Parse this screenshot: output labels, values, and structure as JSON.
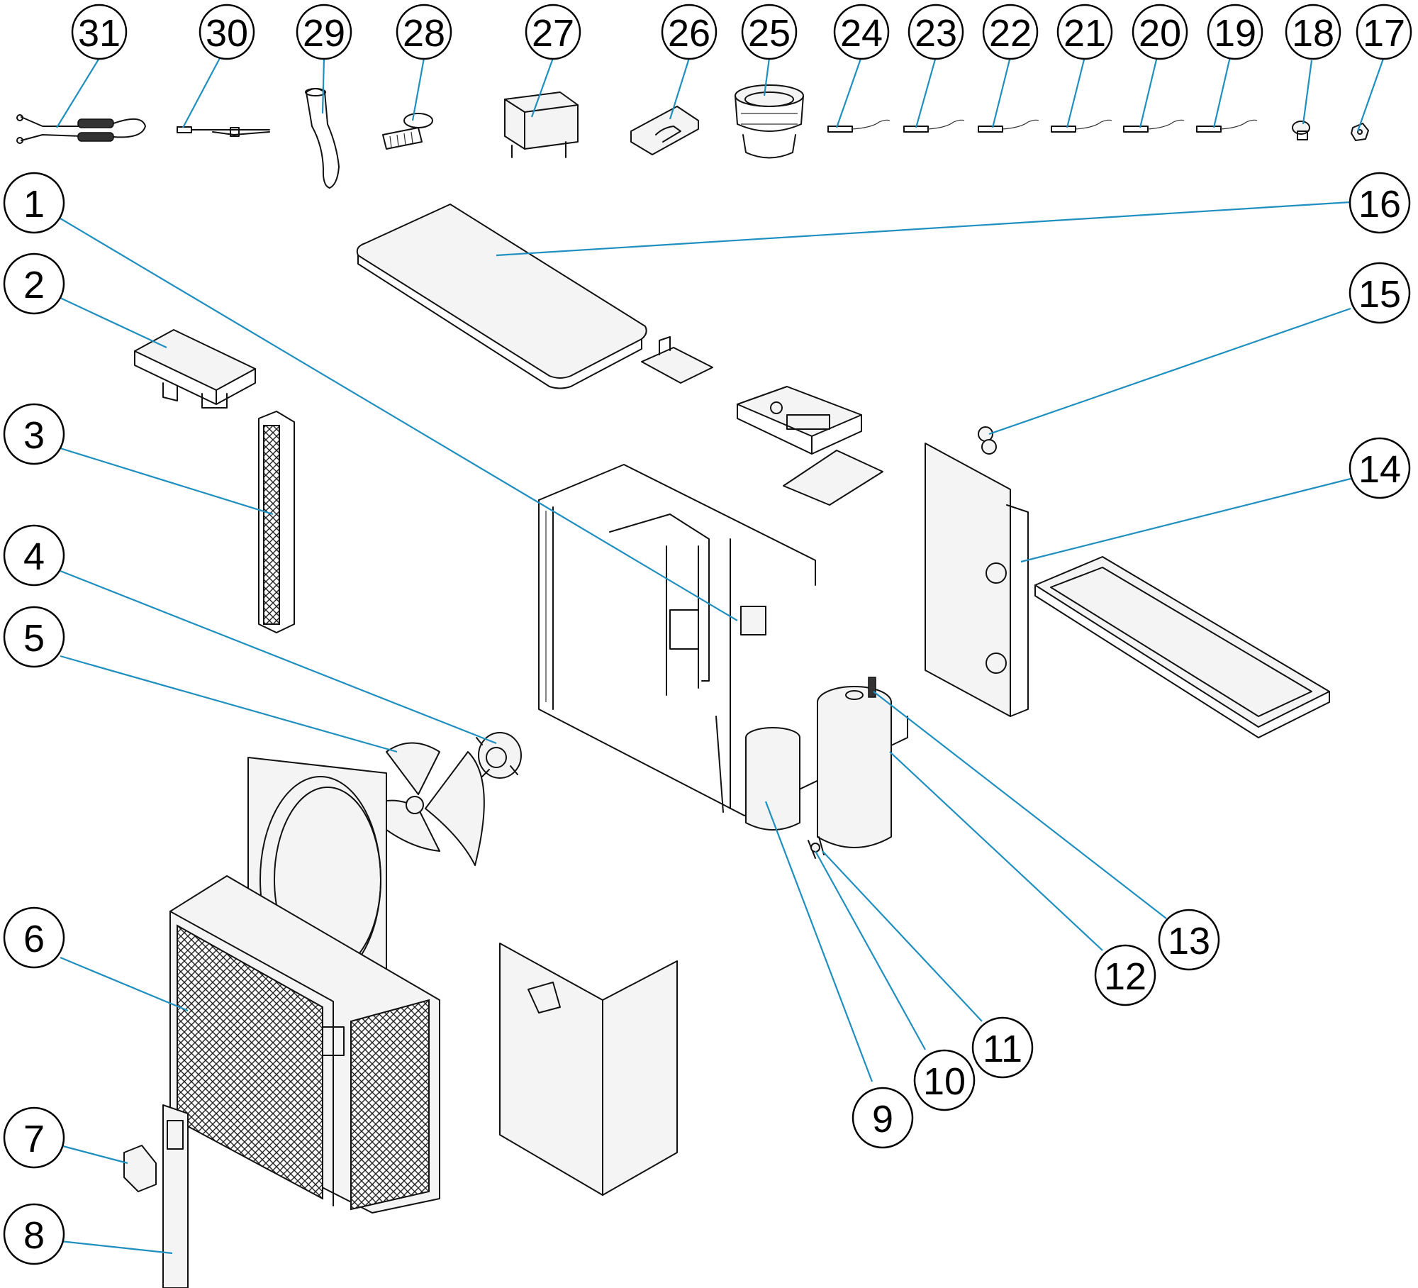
{
  "callouts": [
    {
      "id": "1",
      "label": "1"
    },
    {
      "id": "2",
      "label": "2"
    },
    {
      "id": "3",
      "label": "3"
    },
    {
      "id": "4",
      "label": "4"
    },
    {
      "id": "5",
      "label": "5"
    },
    {
      "id": "6",
      "label": "6"
    },
    {
      "id": "7",
      "label": "7"
    },
    {
      "id": "8",
      "label": "8"
    },
    {
      "id": "9",
      "label": "9"
    },
    {
      "id": "10",
      "label": "10"
    },
    {
      "id": "11",
      "label": "11"
    },
    {
      "id": "12",
      "label": "12"
    },
    {
      "id": "13",
      "label": "13"
    },
    {
      "id": "14",
      "label": "14"
    },
    {
      "id": "15",
      "label": "15"
    },
    {
      "id": "16",
      "label": "16"
    },
    {
      "id": "17",
      "label": "17"
    },
    {
      "id": "18",
      "label": "18"
    },
    {
      "id": "19",
      "label": "19"
    },
    {
      "id": "20",
      "label": "20"
    },
    {
      "id": "21",
      "label": "21"
    },
    {
      "id": "22",
      "label": "22"
    },
    {
      "id": "23",
      "label": "23"
    },
    {
      "id": "24",
      "label": "24"
    },
    {
      "id": "25",
      "label": "25"
    },
    {
      "id": "26",
      "label": "26"
    },
    {
      "id": "27",
      "label": "27"
    },
    {
      "id": "28",
      "label": "28"
    },
    {
      "id": "29",
      "label": "29"
    },
    {
      "id": "30",
      "label": "30"
    },
    {
      "id": "31",
      "label": "31"
    }
  ],
  "colors": {
    "leader": "#1f8fc0",
    "outline": "#111111",
    "background": "#ffffff"
  }
}
